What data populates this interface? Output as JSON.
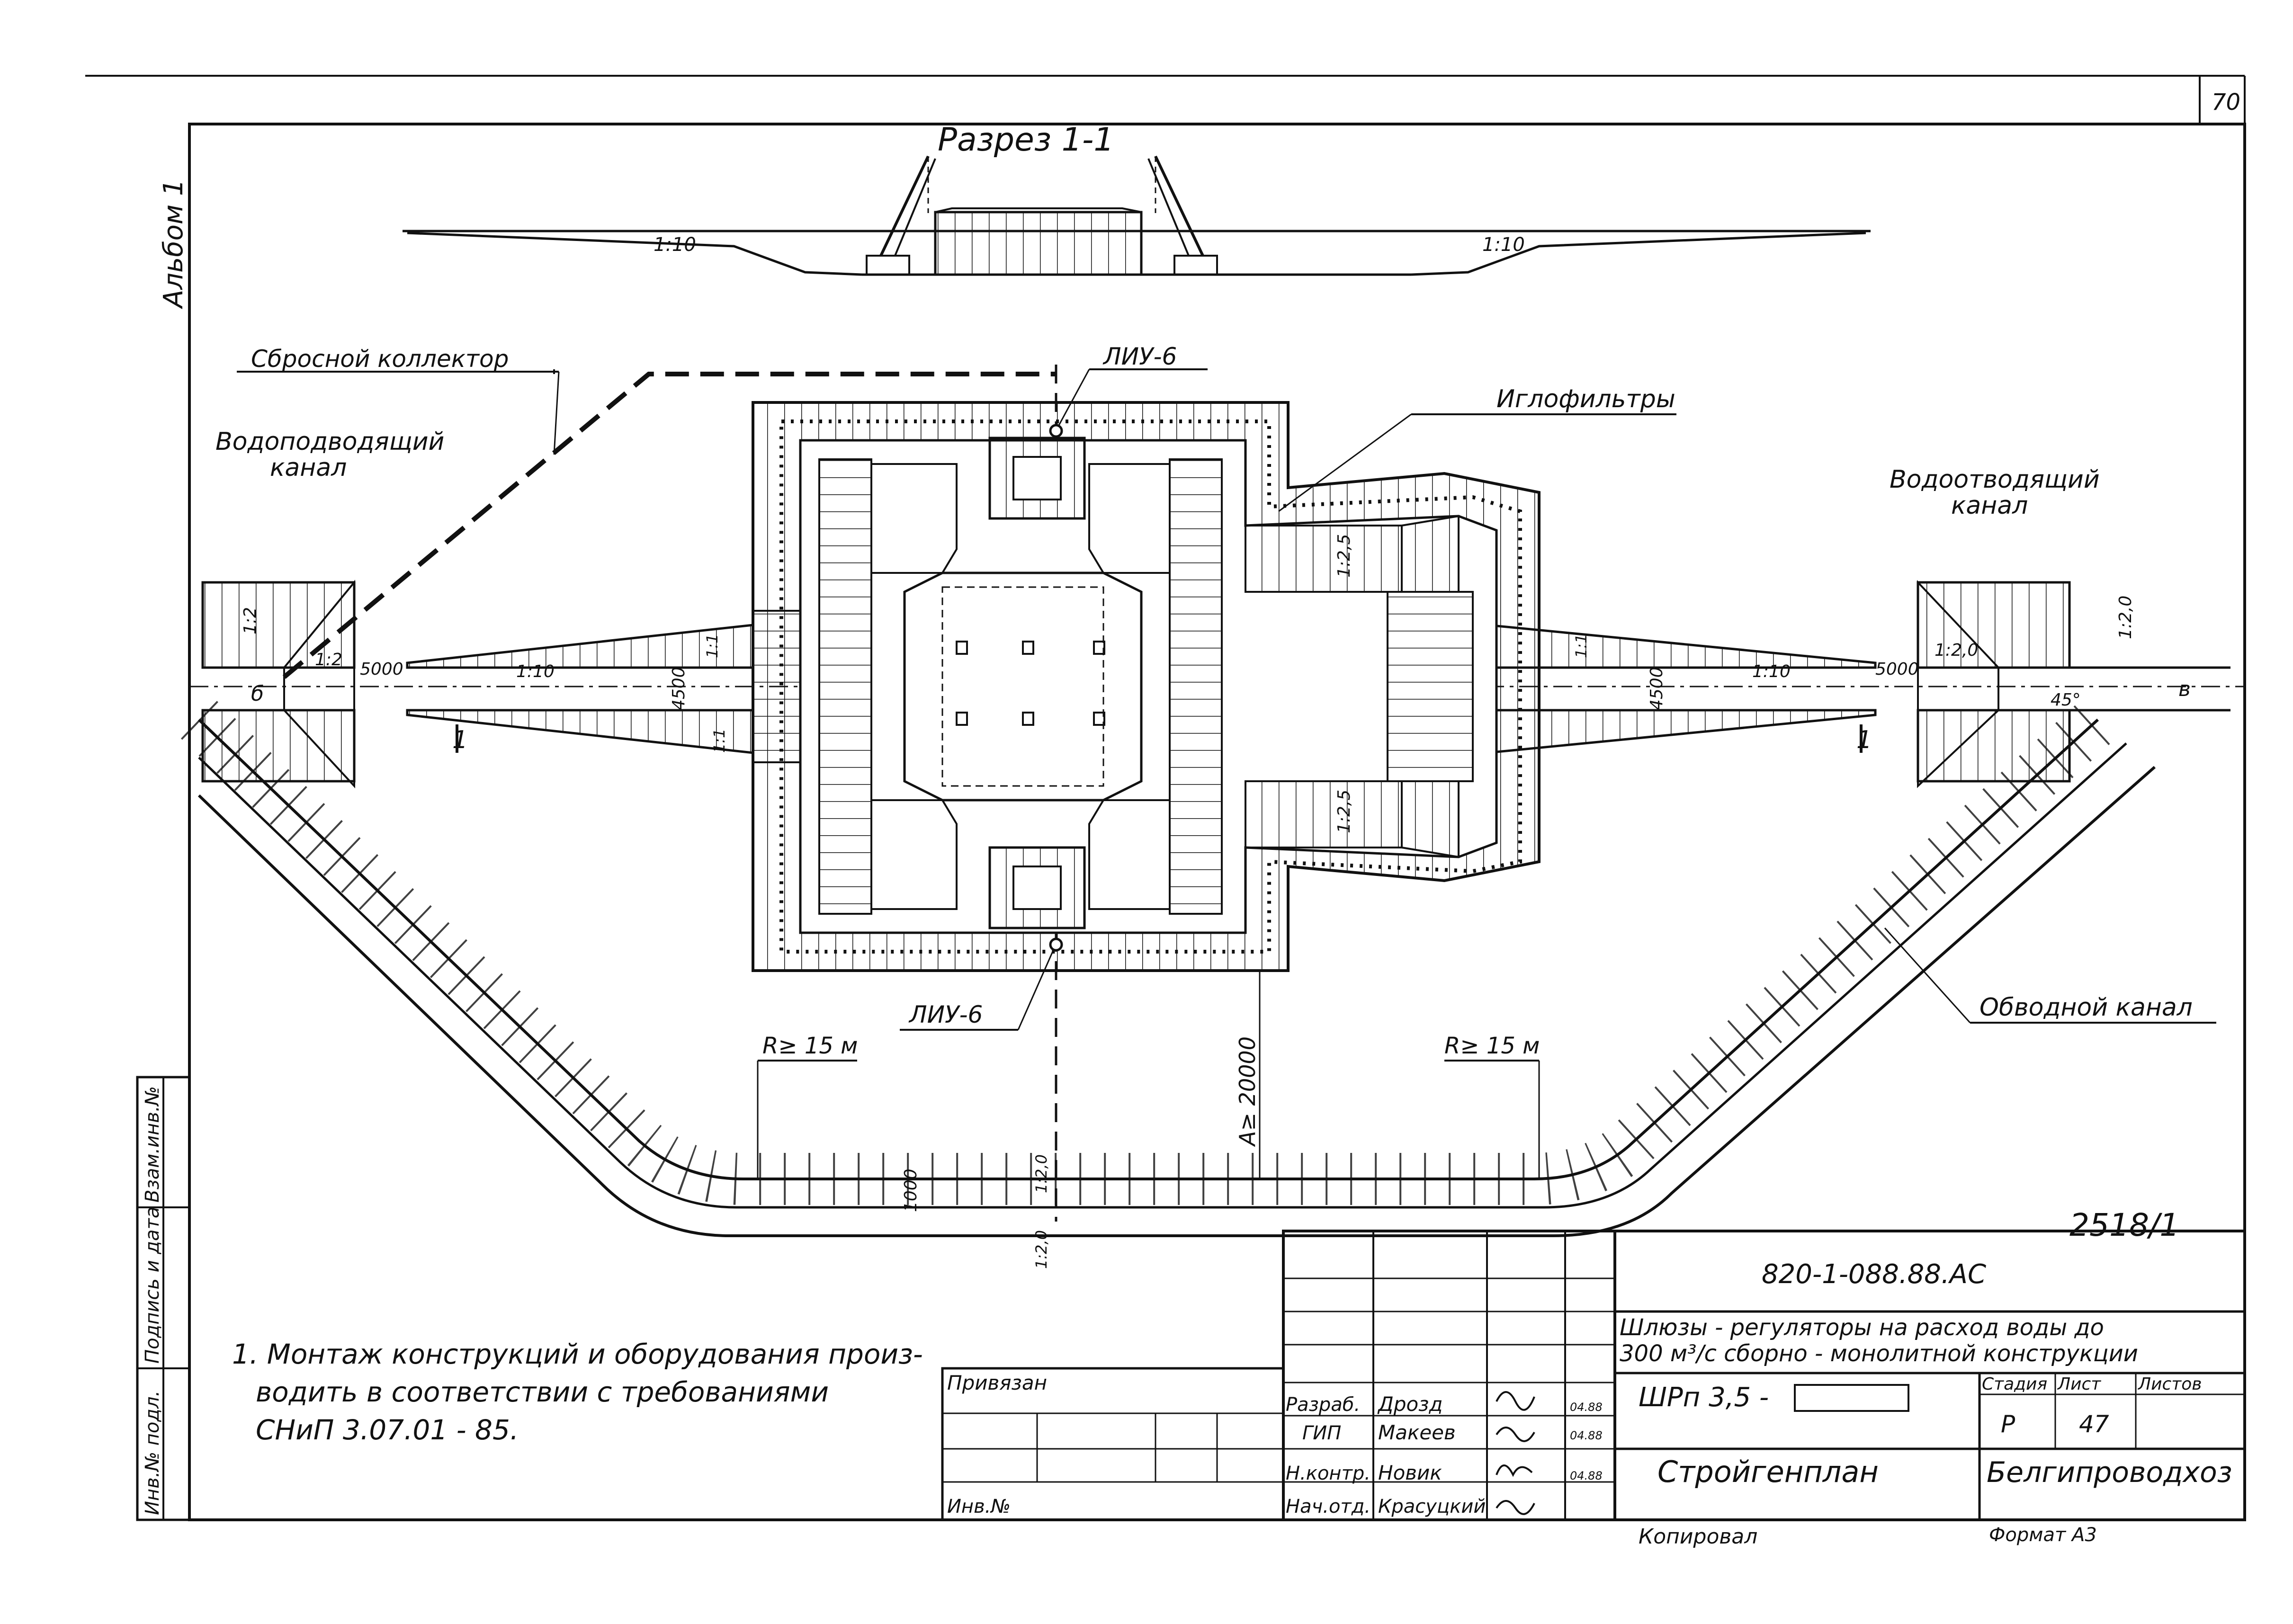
{
  "sheet": {
    "page_number": "70",
    "album": "Альбом 1",
    "section_title": "Разрез 1-1",
    "doc_stamp": "2518/1",
    "copied_by": "Копировал",
    "format": "Формат А3"
  },
  "section_view": {
    "slope_left": "1:10",
    "slope_right": "1:10"
  },
  "plan": {
    "discharge_collector": "Сбросной коллектор",
    "inlet_canal_1": "Водоподводящий",
    "inlet_canal_2": "канал",
    "outlet_canal_1": "Водоотводящий",
    "outlet_canal_2": "канал",
    "needle_filters": "Иглофильтры",
    "liu_top": "ЛИУ-6",
    "liu_bottom": "ЛИУ-6",
    "bypass_canal": "Обводной канал",
    "radius_left": "R≥ 15 м",
    "radius_right": "R≥ 15 м",
    "dim_a": "А≥ 20000",
    "dim_1000": "1000",
    "dim_5000_left": "5000",
    "dim_5000_right": "5000",
    "dim_4500_left": "4500",
    "dim_4500_right": "4500",
    "b_left": "б",
    "b_right": "в",
    "angle_45": "45°",
    "section_mark": "1",
    "slopes": {
      "s_1_2_left": "1:2",
      "s_1_2_mid": "1:2",
      "s_1_10_left": "1:10",
      "s_1_10_right": "1:10",
      "s_1_1": "1:1",
      "s_1_2_5_top": "1:2,5",
      "s_1_2_5_bot": "1:2,5",
      "s_1_2_0_r1": "1:2,0",
      "s_1_2_0_r2": "1:2,0",
      "s_1_2_0_bottom": "1:2,0"
    }
  },
  "notes": {
    "note_1": "1. Монтаж конструкций и оборудования произ-",
    "note_2": "водить в соответствии с требованиями",
    "note_3": "СНиП 3.07.01 - 85."
  },
  "side_strip": {
    "inv_podl": "Инв.№ подл.",
    "podpis": "Подпись и дата",
    "vzam": "Взам.инв.№"
  },
  "title_block": {
    "doc_code": "820-1-088.88.АС",
    "title_line1": "Шлюзы - регуляторы на расход воды до",
    "title_line2": "300 м³/с сборно - монолитной конструкции",
    "series": "ШРп 3,5 -",
    "drawing_name": "Стройгенплан",
    "organization": "Белгипроводхоз",
    "stage_hdr": "Стадия",
    "sheet_hdr": "Лист",
    "sheets_hdr": "Листов",
    "stage": "Р",
    "sheet": "47",
    "privyazan": "Привязан",
    "inv_no": "Инв.№",
    "roles": [
      {
        "role": "Разраб.",
        "name": "Дрозд",
        "date": "04.88"
      },
      {
        "role": "ГИП",
        "name": "Макеев",
        "date": "04.88"
      },
      {
        "role": "Н.контр.",
        "name": "Новик",
        "date": "04.88"
      },
      {
        "role": "Нач.отд.",
        "name": "Красуцкий",
        "date": ""
      }
    ]
  }
}
